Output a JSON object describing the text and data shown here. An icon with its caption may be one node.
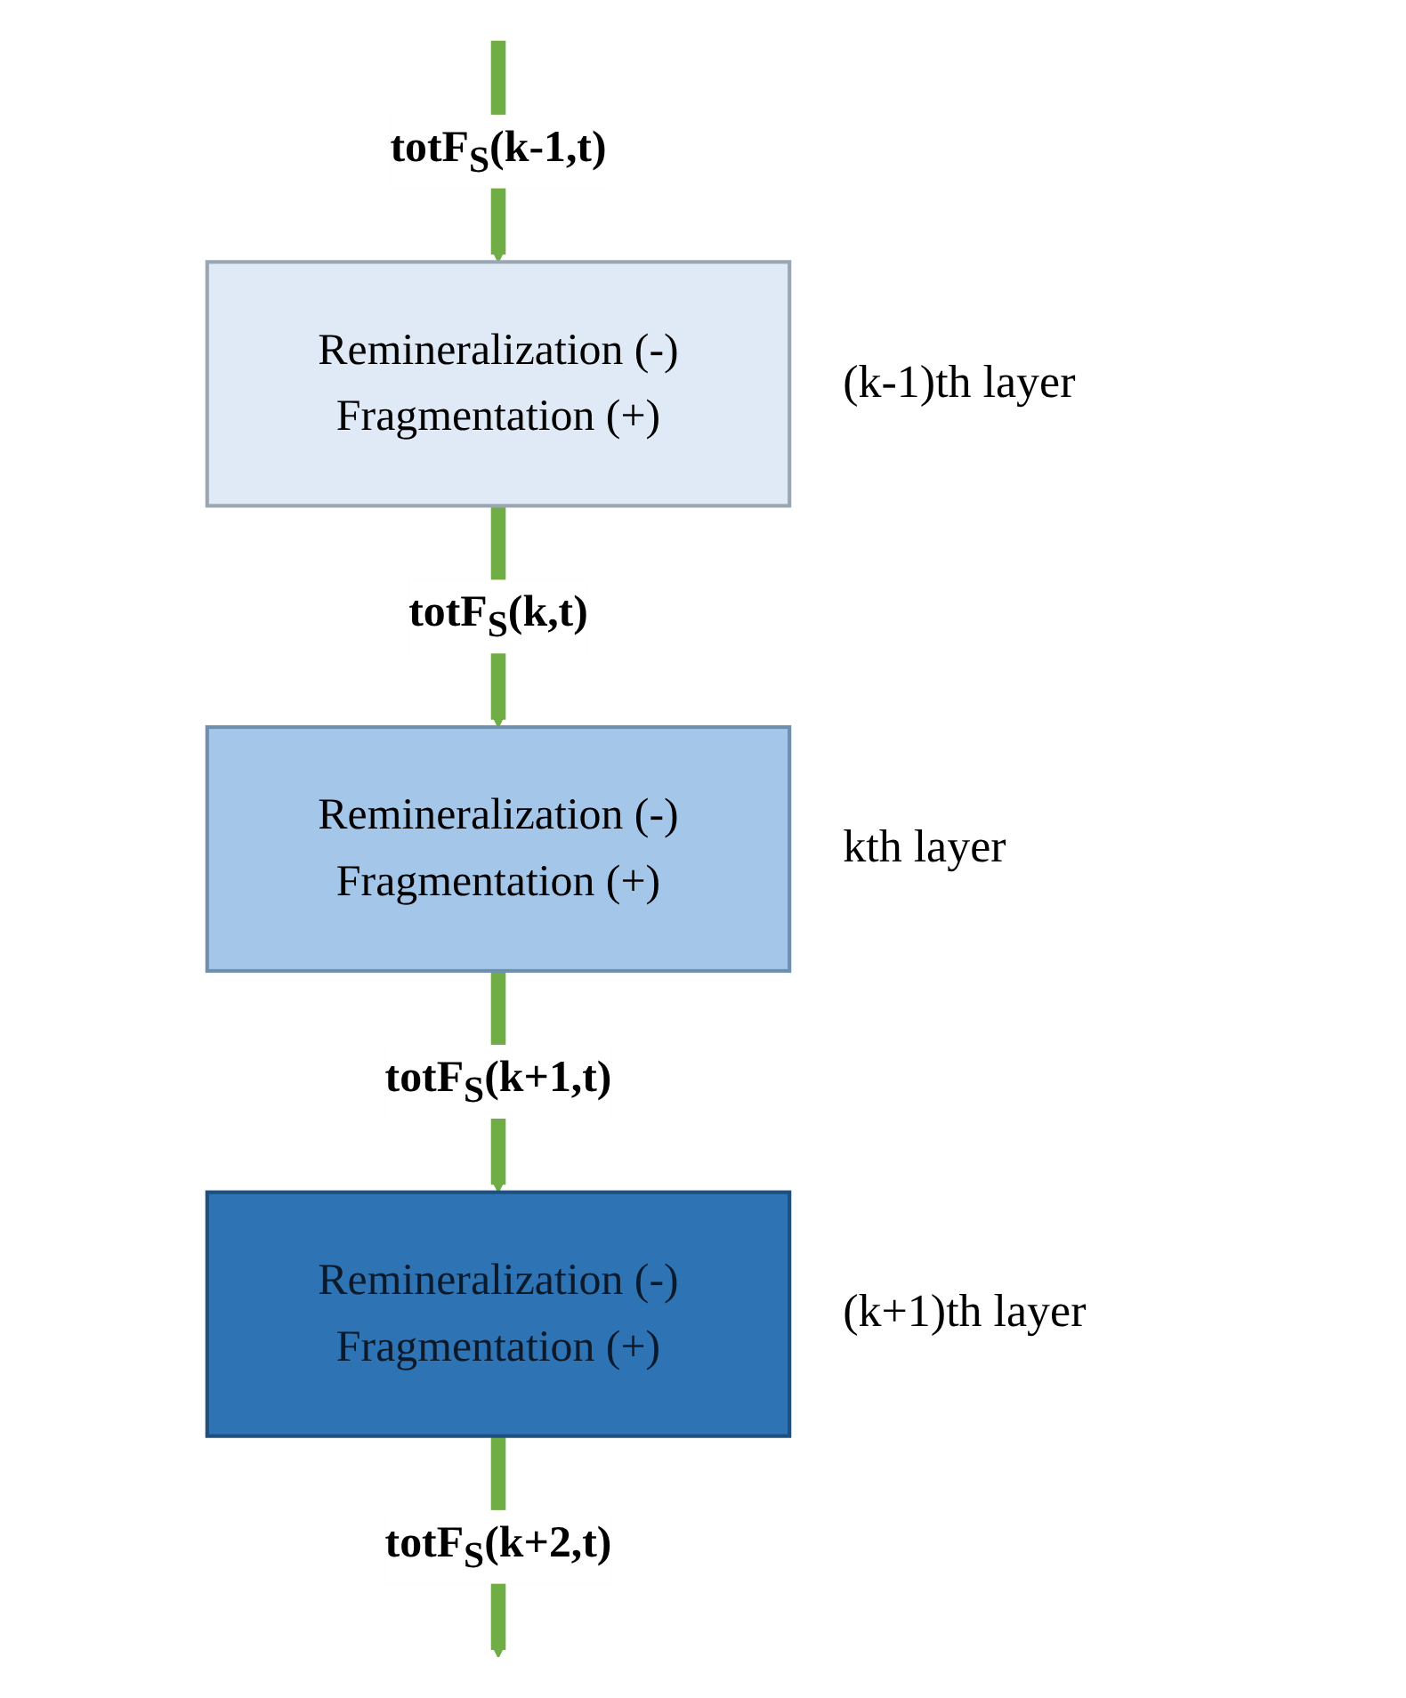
{
  "diagram": {
    "nodes": [
      {
        "text": [
          "Remineralization (-)",
          "Fragmentation (+)"
        ],
        "beside": [
          "(k-1)th layer"
        ]
      },
      {
        "text": [
          "Remineralization (-)",
          "Fragmentation (+)"
        ],
        "beside": [
          "kth layer"
        ]
      },
      {
        "text": [
          "Remineralization (-)",
          "Fragmentation (+)"
        ],
        "beside": [
          "(k+1)th layer"
        ]
      }
    ],
    "edges": [
      {
        "from": null,
        "to": 0,
        "arrow": "to",
        "label": "totF$_{S}$(k-1,t)"
      },
      {
        "from": 0,
        "to": 1,
        "arrow": "to",
        "label": "totF$_{S}$(k,t)"
      },
      {
        "from": 1,
        "to": 2,
        "arrow": "to",
        "label": "totF$_{S}$(k+1,t)"
      },
      {
        "from": 2,
        "to": null,
        "arrow": "to",
        "label": "totF$_{S}$(k+2,t)"
      }
    ]
  }
}
